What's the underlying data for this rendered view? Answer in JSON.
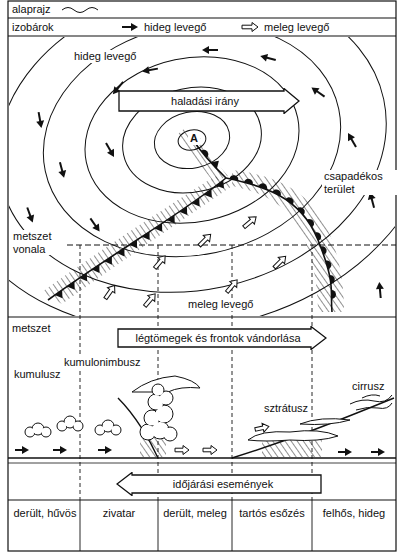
{
  "diagram": {
    "nodes": [
      {
        "text": [
          "haladási irány"
        ]
      },
      {
        "text": [
          "légtömegek és frontok vándorlása"
        ]
      },
      {
        "text": [
          "időjárási események"
        ]
      }
    ],
    "labels": [
      "alaprajz",
      "izobárok",
      "hideg levegő",
      "A",
      "csapadékos terület",
      "metszet vonala",
      "meleg levegő",
      "metszet",
      "kumulusz",
      "kumulonimbusz",
      "sztrátusz",
      "cirrusz",
      "derült, hűvös",
      "zivatar",
      "derült, meleg",
      "tartós esőzés",
      "felhős, hideg"
    ],
    "legend": [
      {
        "text": "hideg levegő"
      },
      {
        "text": "meleg levegő"
      }
    ]
  }
}
